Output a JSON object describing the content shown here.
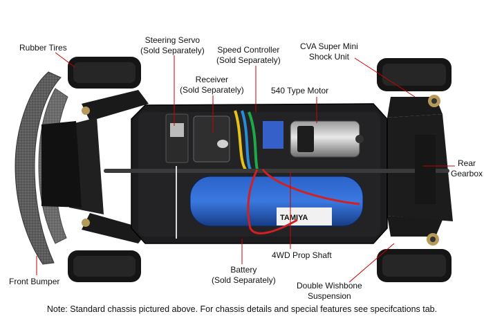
{
  "colors": {
    "leader_line": "#cc0000",
    "chassis": "#1c1c1e",
    "tire": "#111111",
    "bumper_foam": "#5a5a5a",
    "battery": "#1f4fa8",
    "motor_can": "#c9c9c9",
    "wire_red": "#d21f1f"
  },
  "labels": {
    "rubber_tires": [
      "Rubber Tires"
    ],
    "steering_servo": [
      "Steering Servo",
      "(Sold Separately)"
    ],
    "speed_controller": [
      "Speed Controller",
      "(Sold Separately)"
    ],
    "cva_shock": [
      "CVA Super Mini",
      "Shock Unit"
    ],
    "receiver": [
      "Receiver",
      "(Sold Separately)"
    ],
    "motor_540": [
      "540 Type Motor"
    ],
    "rear_gearbox": [
      "Rear",
      "Gearbox"
    ],
    "front_bumper": [
      "Front Bumper"
    ],
    "battery": [
      "Battery",
      "(Sold Separately)"
    ],
    "prop_shaft": [
      "4WD Prop Shaft"
    ],
    "double_wishbone": [
      "Double Wishbone",
      "Suspension"
    ]
  },
  "note": "Note: Standard chassis pictured above. For chassis details and special features see specifcations tab."
}
